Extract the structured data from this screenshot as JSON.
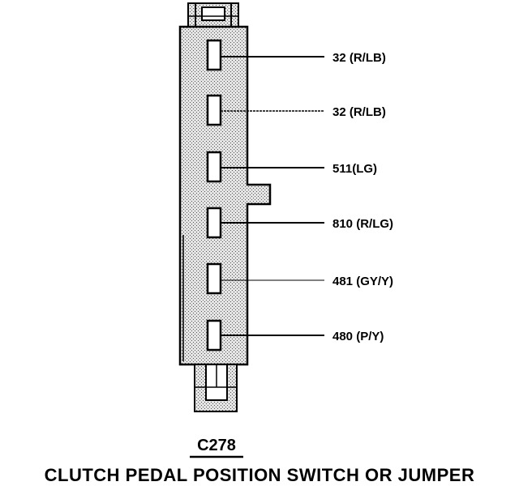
{
  "connector": {
    "id": "C278",
    "caption": "CLUTCH PEDAL POSITION SWITCH OR JUMPER"
  },
  "pins": [
    {
      "label": "32 (R/LB)"
    },
    {
      "label": "32 (R/LB)"
    },
    {
      "label": "511(LG)"
    },
    {
      "label": "810 (R/LG)"
    },
    {
      "label": "481 (GY/Y)"
    },
    {
      "label": "480 (P/Y)"
    }
  ],
  "colors": {
    "ink": "#000000",
    "body_fill": "#d9d9d9",
    "background": "#ffffff"
  }
}
